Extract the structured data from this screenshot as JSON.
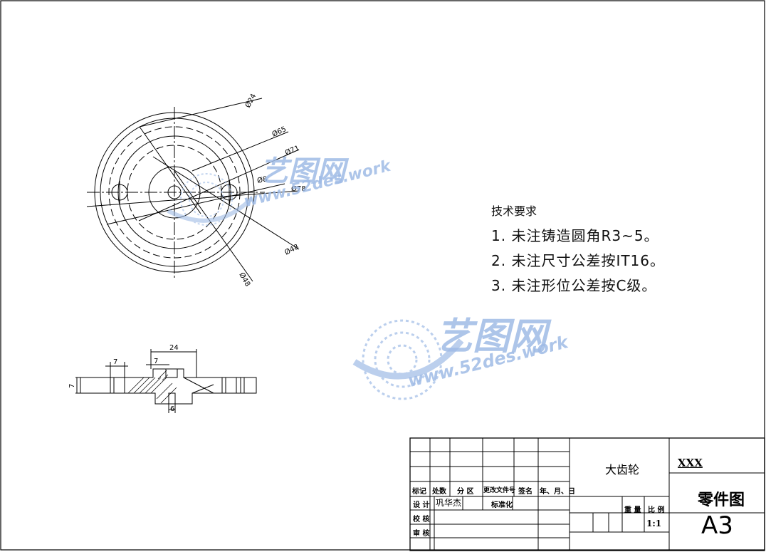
{
  "drawing": {
    "dims": {
      "d24": "Ø24",
      "d65": "Ø65",
      "d71": "Ø71",
      "d8": "Ø8",
      "d78": "Ø78",
      "d48a": "Ø48",
      "d48b": "Ø48",
      "len24": "24",
      "len7a": "7",
      "len7b": "7",
      "len7c": "7",
      "len6": "6"
    }
  },
  "notes": {
    "heading": "技术要求",
    "items": [
      "1. 未注铸造圆角R3~5。",
      "2. 未注尺寸公差按IT16。",
      "3. 未注形位公差按C级。"
    ]
  },
  "title_block": {
    "part_name": "大齿轮",
    "company": "XXX",
    "drawing_type": "零件图",
    "sheet_size": "A3",
    "headers": [
      "标记",
      "处数",
      "分 区",
      "更改文件号",
      "签名",
      "年、月、日"
    ],
    "designer_label": "设 计",
    "designer_name": "巩华杰",
    "standardization": "标准化",
    "checker_label": "校 核",
    "reviewer_label": "审 核",
    "weight_label": "重 量",
    "scale_label": "比 例",
    "scale": "1:1"
  },
  "watermark": {
    "brand": "艺图网",
    "url": "www.52des.work",
    "color": "#9fbbe6"
  }
}
